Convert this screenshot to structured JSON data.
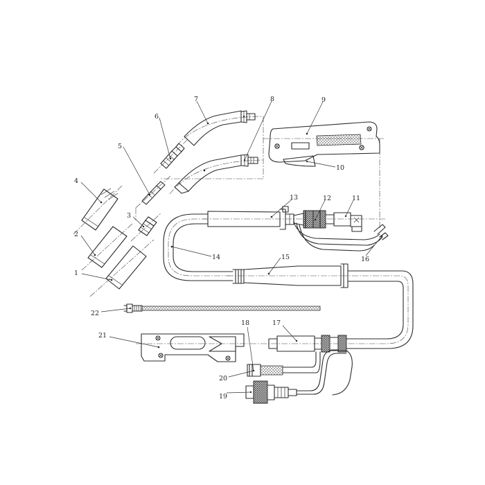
{
  "diagram": {
    "part_labels": [
      {
        "id": "1",
        "text": "1"
      },
      {
        "id": "2",
        "text": "2"
      },
      {
        "id": "3",
        "text": "3"
      },
      {
        "id": "4",
        "text": "4"
      },
      {
        "id": "5",
        "text": "5"
      },
      {
        "id": "6",
        "text": "6"
      },
      {
        "id": "7",
        "text": "7"
      },
      {
        "id": "8",
        "text": "8"
      },
      {
        "id": "9",
        "text": "9"
      },
      {
        "id": "10",
        "text": "10"
      },
      {
        "id": "11",
        "text": "11"
      },
      {
        "id": "12",
        "text": "12"
      },
      {
        "id": "13",
        "text": "13"
      },
      {
        "id": "14",
        "text": "14"
      },
      {
        "id": "15",
        "text": "15"
      },
      {
        "id": "16",
        "text": "16"
      },
      {
        "id": "17",
        "text": "17"
      },
      {
        "id": "18",
        "text": "18"
      },
      {
        "id": "19",
        "text": "19"
      },
      {
        "id": "20",
        "text": "20"
      },
      {
        "id": "21",
        "text": "21"
      },
      {
        "id": "22",
        "text": "22"
      }
    ]
  }
}
